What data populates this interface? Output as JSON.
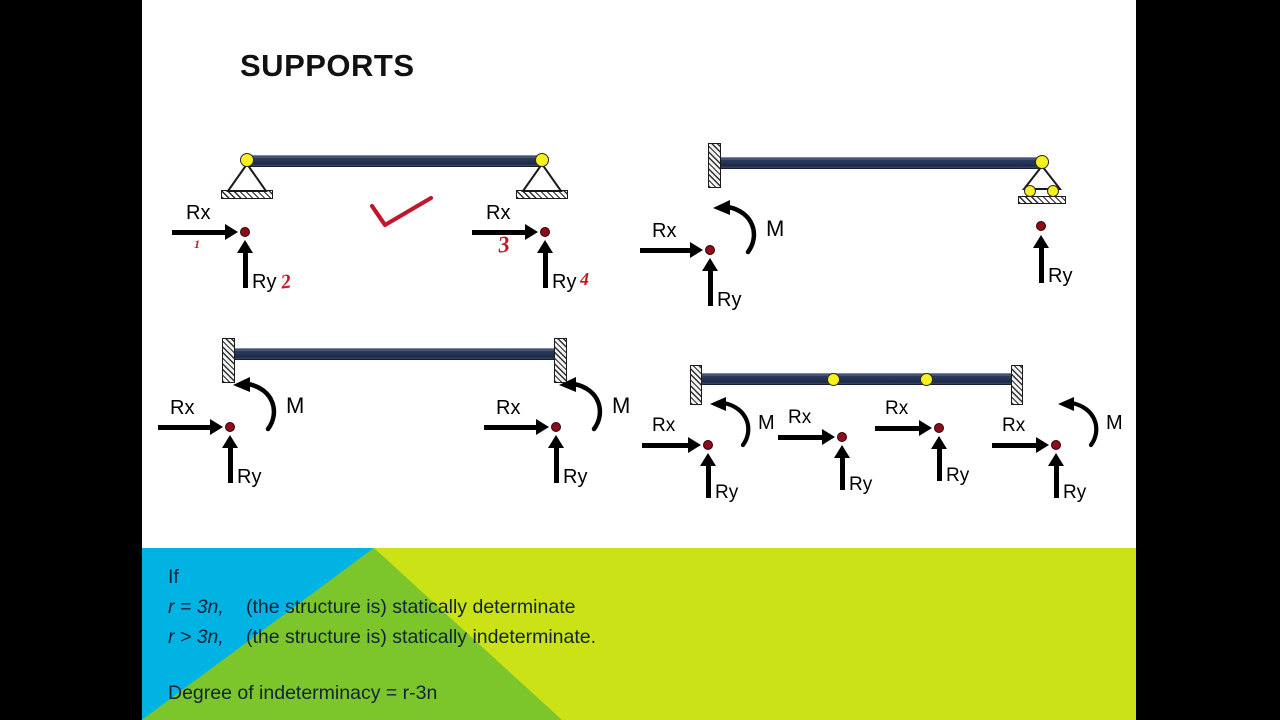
{
  "slide": {
    "title": "SUPPORTS",
    "background": "#ffffff",
    "letterbox_color": "#000000"
  },
  "colors": {
    "beam": "#2b3a5c",
    "hinge": "#f5f01e",
    "reaction_dot": "#8f0b1c",
    "ink_red": "#c0182b",
    "footer_cyan": "#00b3e3",
    "footer_green": "#7cc62b",
    "footer_lime": "#cbe316",
    "text_dark": "#12243a"
  },
  "labels": {
    "rx": "Rx",
    "ry": "Ry",
    "m": "M"
  },
  "diagrams": [
    {
      "id": "simply-supported-beam",
      "name": "Simply supported beam (pin + pin)",
      "supports": [
        {
          "type": "pin",
          "reactions": [
            "Rx",
            "Ry"
          ]
        },
        {
          "type": "pin",
          "reactions": [
            "Rx",
            "Ry"
          ]
        }
      ],
      "reaction_groups": [
        {
          "rx": "Rx",
          "ry": "Ry",
          "m": null
        },
        {
          "rx": "Rx",
          "ry": "Ry",
          "m": null
        }
      ],
      "annotations": [
        {
          "kind": "ink-number",
          "text": "1"
        },
        {
          "kind": "ink-number",
          "text": "2"
        },
        {
          "kind": "ink-number",
          "text": "3"
        },
        {
          "kind": "ink-number",
          "text": "4"
        },
        {
          "kind": "ink-check",
          "text": ""
        }
      ]
    },
    {
      "id": "fixed-roller-beam",
      "name": "Fixed support + roller support beam",
      "supports": [
        {
          "type": "fixed",
          "reactions": [
            "Rx",
            "Ry",
            "M"
          ]
        },
        {
          "type": "roller",
          "reactions": [
            "Ry"
          ]
        }
      ],
      "reaction_groups": [
        {
          "rx": "Rx",
          "ry": "Ry",
          "m": "M"
        },
        {
          "rx": null,
          "ry": "Ry",
          "m": null
        }
      ],
      "annotations": []
    },
    {
      "id": "fixed-fixed-beam",
      "name": "Fixed-fixed beam",
      "supports": [
        {
          "type": "fixed",
          "reactions": [
            "Rx",
            "Ry",
            "M"
          ]
        },
        {
          "type": "fixed",
          "reactions": [
            "Rx",
            "Ry",
            "M"
          ]
        }
      ],
      "reaction_groups": [
        {
          "rx": "Rx",
          "ry": "Ry",
          "m": "M"
        },
        {
          "rx": "Rx",
          "ry": "Ry",
          "m": "M"
        }
      ],
      "annotations": []
    },
    {
      "id": "fixed-fixed-beam-two-hinges",
      "name": "Fixed-fixed beam with two internal hinges",
      "supports": [
        {
          "type": "fixed",
          "reactions": [
            "Rx",
            "Ry",
            "M"
          ]
        },
        {
          "type": "hinge",
          "reactions": [
            "Rx",
            "Ry"
          ]
        },
        {
          "type": "hinge",
          "reactions": [
            "Rx",
            "Ry"
          ]
        },
        {
          "type": "fixed",
          "reactions": [
            "Rx",
            "Ry",
            "M"
          ]
        }
      ],
      "reaction_groups": [
        {
          "rx": "Rx",
          "ry": "Ry",
          "m": "M"
        },
        {
          "rx": "Rx",
          "ry": "Ry",
          "m": null
        },
        {
          "rx": "Rx",
          "ry": "Ry",
          "m": null
        },
        {
          "rx": "Rx",
          "ry": "Ry",
          "m": "M"
        }
      ],
      "annotations": []
    }
  ],
  "footer": {
    "line_if": "If",
    "rules": [
      {
        "condition": "r = 3n,",
        "text": "(the structure is) statically determinate"
      },
      {
        "condition": "r > 3n,",
        "text": "(the structure is) statically indeterminate."
      }
    ],
    "degree": "Degree of indeterminacy = r-3n"
  }
}
